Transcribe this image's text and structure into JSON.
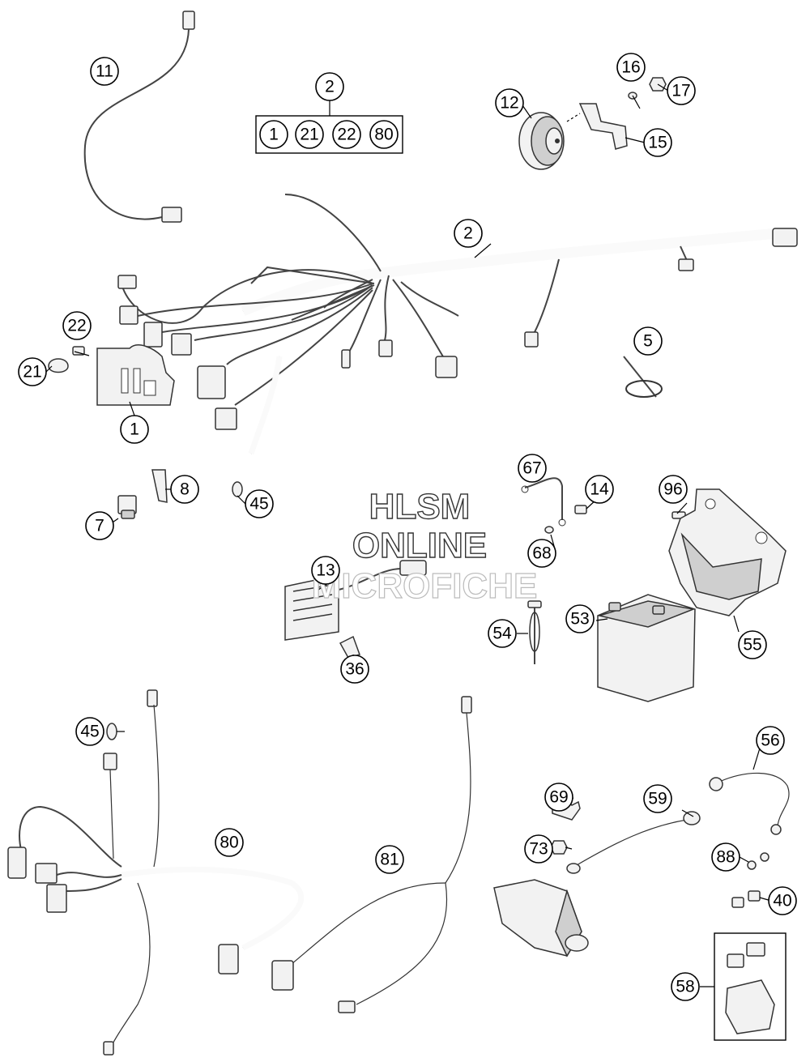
{
  "watermark": {
    "line1": "HLSM",
    "line2": "ONLINE",
    "line3": "MICROFICHE"
  },
  "callouts": {
    "c11": "11",
    "c2_top": "2",
    "c1_box": "1",
    "c21_box": "21",
    "c22_box": "22",
    "c80_box": "80",
    "c12": "12",
    "c16": "16",
    "c17": "17",
    "c15": "15",
    "c2_harness": "2",
    "c22": "22",
    "c21": "21",
    "c1": "1",
    "c5": "5",
    "c8": "8",
    "c7": "7",
    "c45_top": "45",
    "c67": "67",
    "c14": "14",
    "c96": "96",
    "c68": "68",
    "c13": "13",
    "c54": "54",
    "c53": "53",
    "c55": "55",
    "c36": "36",
    "c45_bottom": "45",
    "c80": "80",
    "c81": "81",
    "c69": "69",
    "c59": "59",
    "c56": "56",
    "c73": "73",
    "c88": "88",
    "c40": "40",
    "c58": "58"
  }
}
